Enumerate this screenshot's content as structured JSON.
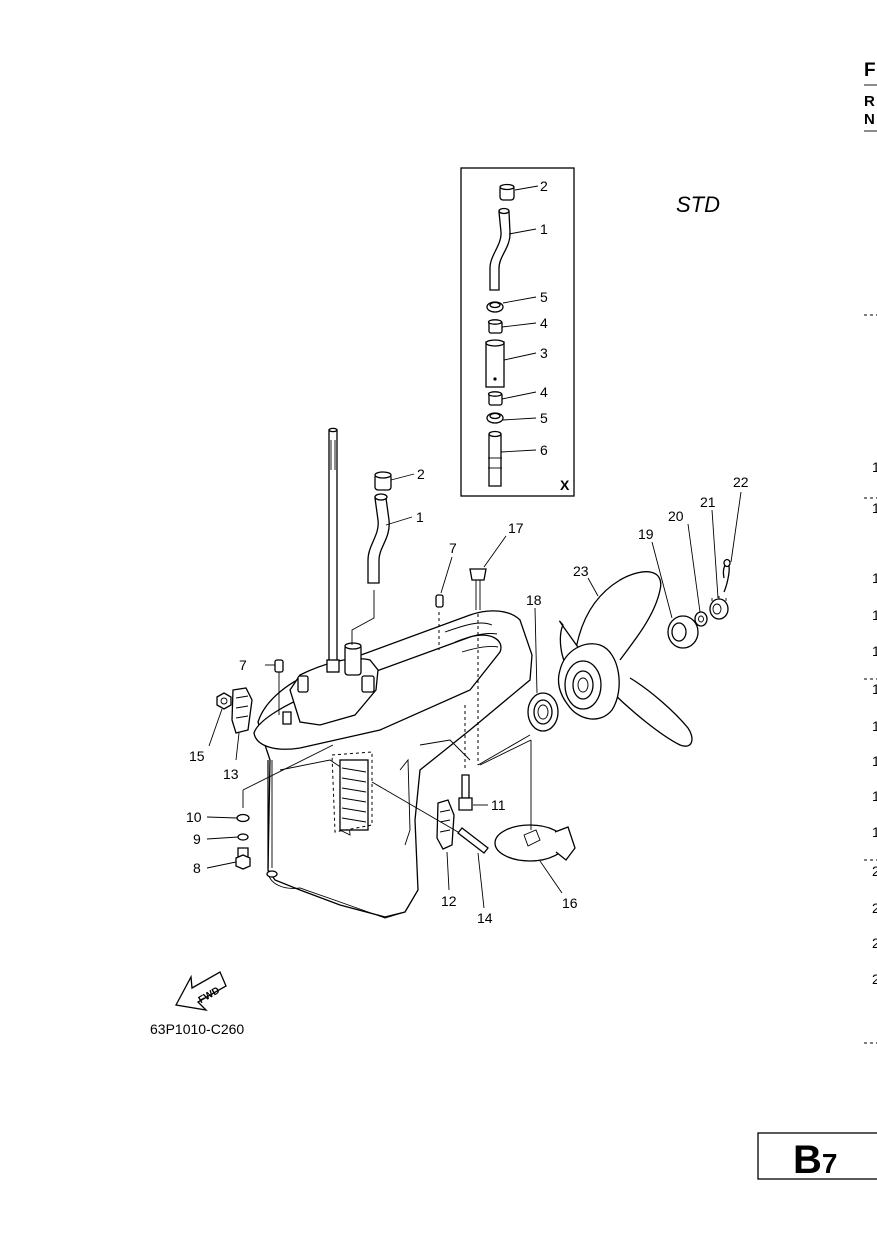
{
  "header": {
    "right_letters": [
      "F",
      "R",
      "N"
    ]
  },
  "inset": {
    "label_std": "STD",
    "view_marker": "X"
  },
  "callouts": {
    "inset": [
      "2",
      "1",
      "5",
      "4",
      "3",
      "4",
      "5",
      "6"
    ],
    "main": [
      "2",
      "1",
      "7",
      "17",
      "7",
      "22",
      "20",
      "21",
      "19",
      "23",
      "18",
      "15",
      "13",
      "10",
      "11",
      "9",
      "8",
      "12",
      "14",
      "16"
    ]
  },
  "fwd_label": "FWD",
  "drawing_code": "63P1010-C260",
  "right_column": [
    "1",
    "1",
    "1",
    "1",
    "1",
    "1",
    "1",
    "1",
    "1",
    "1",
    "2",
    "2",
    "2",
    "2"
  ],
  "page_badge": "B7"
}
